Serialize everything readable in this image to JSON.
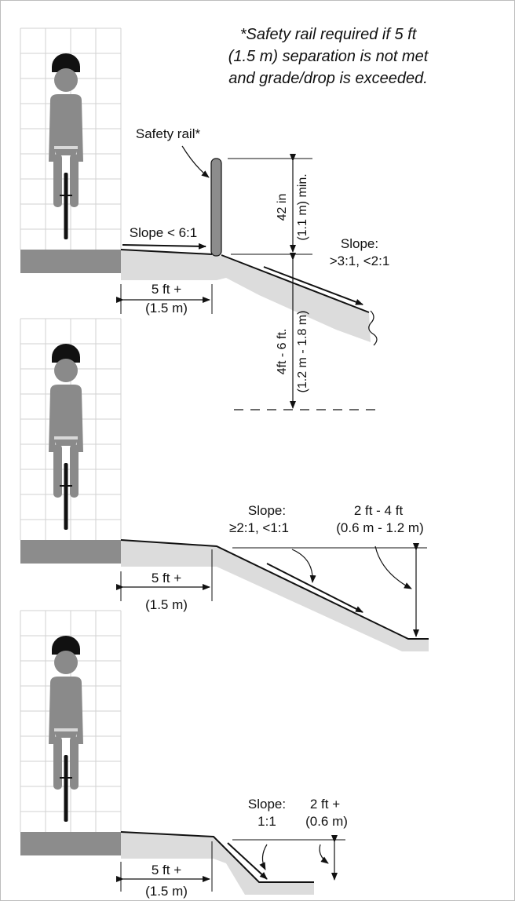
{
  "note": {
    "line1": "*Safety rail required if 5 ft",
    "line2": "(1.5 m) separation is not met",
    "line3": "and grade/drop is exceeded."
  },
  "panel1": {
    "rail_label": "Safety rail*",
    "approach_slope": "Slope < 6:1",
    "separation_ft": "5 ft +",
    "separation_m": "(1.5 m)",
    "rail_height_in": "42 in",
    "rail_height_m": "(1.1 m) min.",
    "slope_label": "Slope:",
    "slope_value": ">3:1, <2:1",
    "drop_ft": "4ft - 6 ft.",
    "drop_m": "(1.2 m - 1.8 m)"
  },
  "panel2": {
    "slope_label": "Slope:",
    "slope_value": "≥2:1, <1:1",
    "drop_ft": "2 ft - 4 ft",
    "drop_m": "(0.6 m - 1.2 m)",
    "separation_ft": "5 ft +",
    "separation_m": "(1.5 m)"
  },
  "panel3": {
    "slope_label": "Slope:",
    "slope_value": "1:1",
    "drop_ft": "2 ft +",
    "drop_m": "(0.6 m)",
    "separation_ft": "5 ft +",
    "separation_m": "(1.5 m)"
  },
  "colors": {
    "path": "#8c8c8c",
    "ground": "#dcdcdc",
    "grid": "#d2d2d2",
    "figure": "#8a8a8a",
    "line": "#111111"
  }
}
